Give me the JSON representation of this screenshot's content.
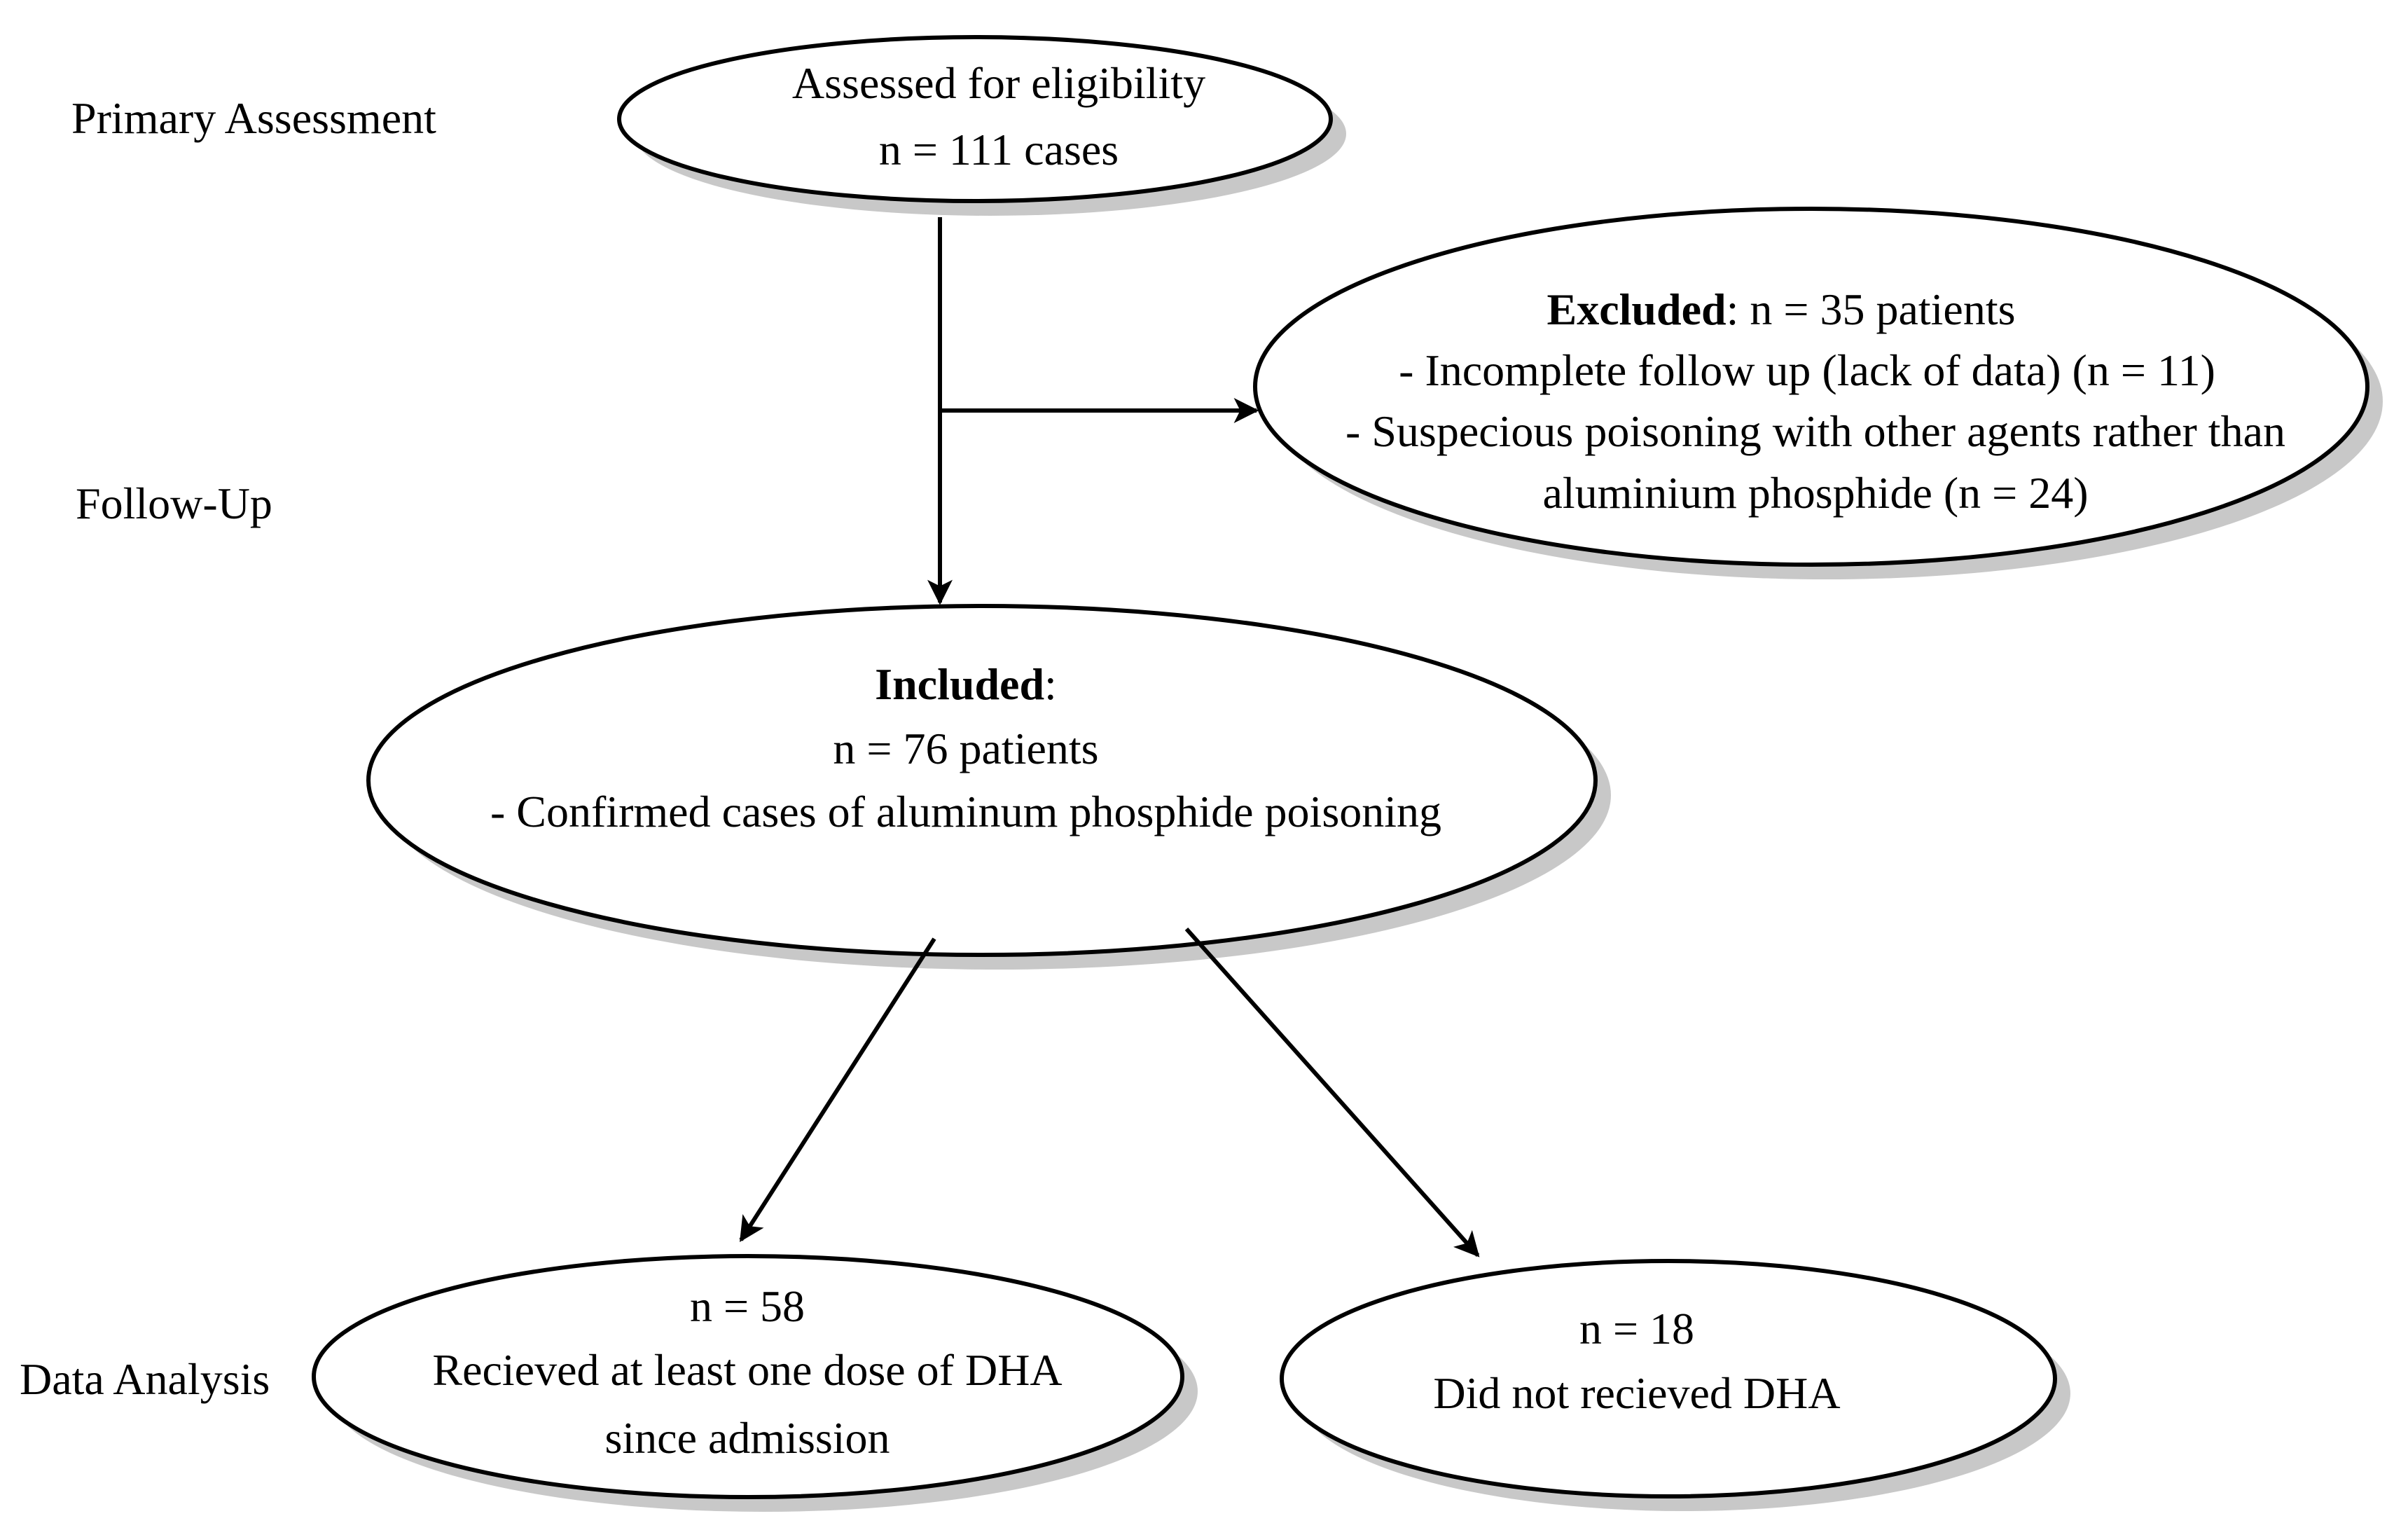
{
  "stages": {
    "primary": "Primary Assessment",
    "followup": "Follow-Up",
    "analysis": "Data Analysis"
  },
  "nodes": {
    "assessed": {
      "line1": "Assessed for eligibility",
      "line2": "n = 111  cases"
    },
    "excluded": {
      "title_bold": "Excluded",
      "title_rest": ": n = 35 patients",
      "line2": "- Incomplete follow up (lack of data) (n = 11)",
      "line3": "- Suspecious poisoning with other agents rather than",
      "line4": "aluminium phosphide (n = 24)"
    },
    "included": {
      "title_bold": "Included",
      "title_rest": ":",
      "line2": "n = 76 patients",
      "line3": "- Confirmed cases of aluminum phosphide poisoning"
    },
    "received": {
      "line1": "n = 58",
      "line2": "Recieved at least one dose of DHA",
      "line3": "since admission"
    },
    "not_received": {
      "line1": "n = 18",
      "line2": "Did not recieved DHA"
    }
  },
  "colors": {
    "stroke": "#000000",
    "shadow": "#c8c8c8",
    "fill": "#ffffff"
  }
}
